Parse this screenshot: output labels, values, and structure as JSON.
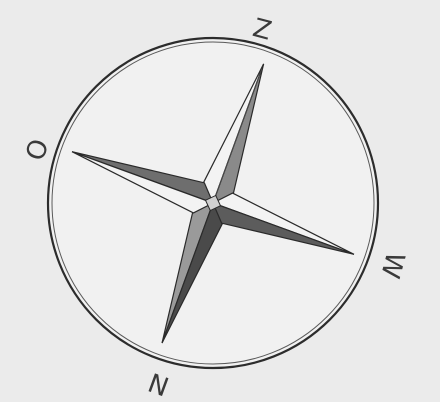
{
  "compass": {
    "labels": {
      "top": "Z",
      "left": "O",
      "right": "W",
      "bottom": "N"
    },
    "colors": {
      "background": "#ebebeb",
      "ring": "#2c2c2c",
      "ink": "#333333",
      "shade_dark": "#7a7a7a",
      "shade_light": "#bdbdbd",
      "paper": "#f2f2f2"
    },
    "rotation_degrees": 20
  }
}
